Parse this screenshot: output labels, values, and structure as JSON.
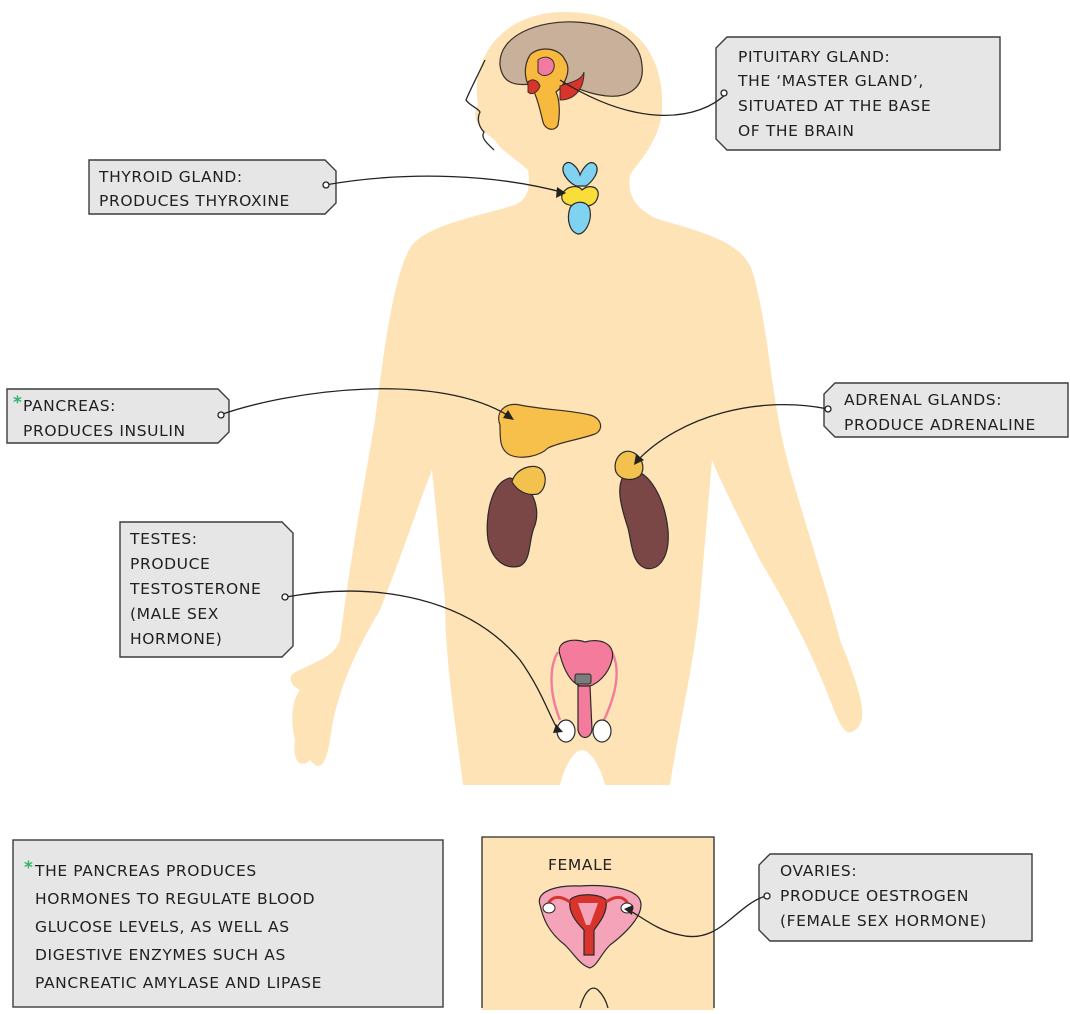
{
  "labels": {
    "pituitary": {
      "lines": [
        "PITUITARY GLAND:",
        "THE ‘MASTER GLAND’,",
        "SITUATED AT THE BASE",
        "OF THE BRAIN"
      ]
    },
    "thyroid": {
      "lines": [
        "THYROID GLAND:",
        "PRODUCES THYROXINE"
      ]
    },
    "pancreas": {
      "star": "*",
      "lines": [
        "PANCREAS:",
        "PRODUCES INSULIN"
      ]
    },
    "adrenal": {
      "lines": [
        "ADRENAL GLANDS:",
        "PRODUCE ADRENALINE"
      ]
    },
    "testes": {
      "lines": [
        "TESTES:",
        "PRODUCE",
        "TESTOSTERONE",
        "(MALE SEX",
        "HORMONE)"
      ]
    },
    "ovaries": {
      "lines": [
        "OVARIES:",
        "PRODUCE OESTROGEN",
        "(FEMALE SEX HORMONE)"
      ]
    }
  },
  "footnote": {
    "star": "*",
    "lines": [
      "THE PANCREAS PRODUCES",
      "HORMONES TO REGULATE BLOOD",
      "GLUCOSE LEVELS, AS WELL AS",
      "DIGESTIVE ENZYMES SUCH AS",
      "PANCREATIC AMYLASE AND LIPASE"
    ]
  },
  "female_panel": {
    "title": "FEMALE"
  },
  "colors": {
    "skin": "#fde3b6",
    "label_fill": "#e6e6e6",
    "pituitary": "#f7b93e",
    "brain": "#c9b09a",
    "thyroid": "#7fd3f0",
    "parathyroid": "#f9de3a",
    "pancreas": "#f7c04a",
    "adrenal": "#f2c14e",
    "kidney": "#7b4646",
    "reproductive": "#f47b9b",
    "star": "#2fb36b"
  }
}
